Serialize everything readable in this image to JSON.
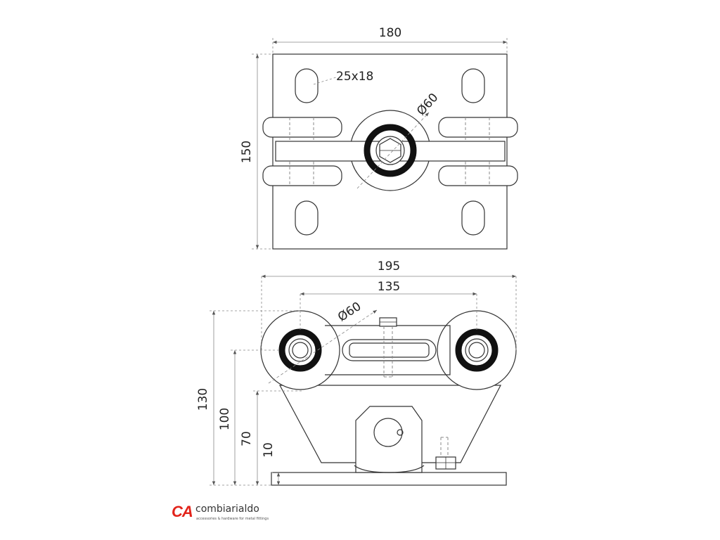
{
  "top_view": {
    "dim_width": "180",
    "dim_height": "150",
    "dim_slot": "25x18",
    "dim_wheel_diameter": "Ø60"
  },
  "front_view": {
    "dim_overall_width": "195",
    "dim_wheel_spacing": "135",
    "dim_wheel_diameter": "Ø60",
    "dim_height_130": "130",
    "dim_height_100": "100",
    "dim_height_70": "70",
    "dim_height_10": "10"
  },
  "brand": {
    "mark": "CA",
    "name": "combiarialdo",
    "tagline": "accessories & hardware for metal fittings"
  },
  "colors": {
    "line": "#333333",
    "dim_line": "#888888",
    "bearing": "#111111",
    "brand_red": "#e2231a"
  }
}
